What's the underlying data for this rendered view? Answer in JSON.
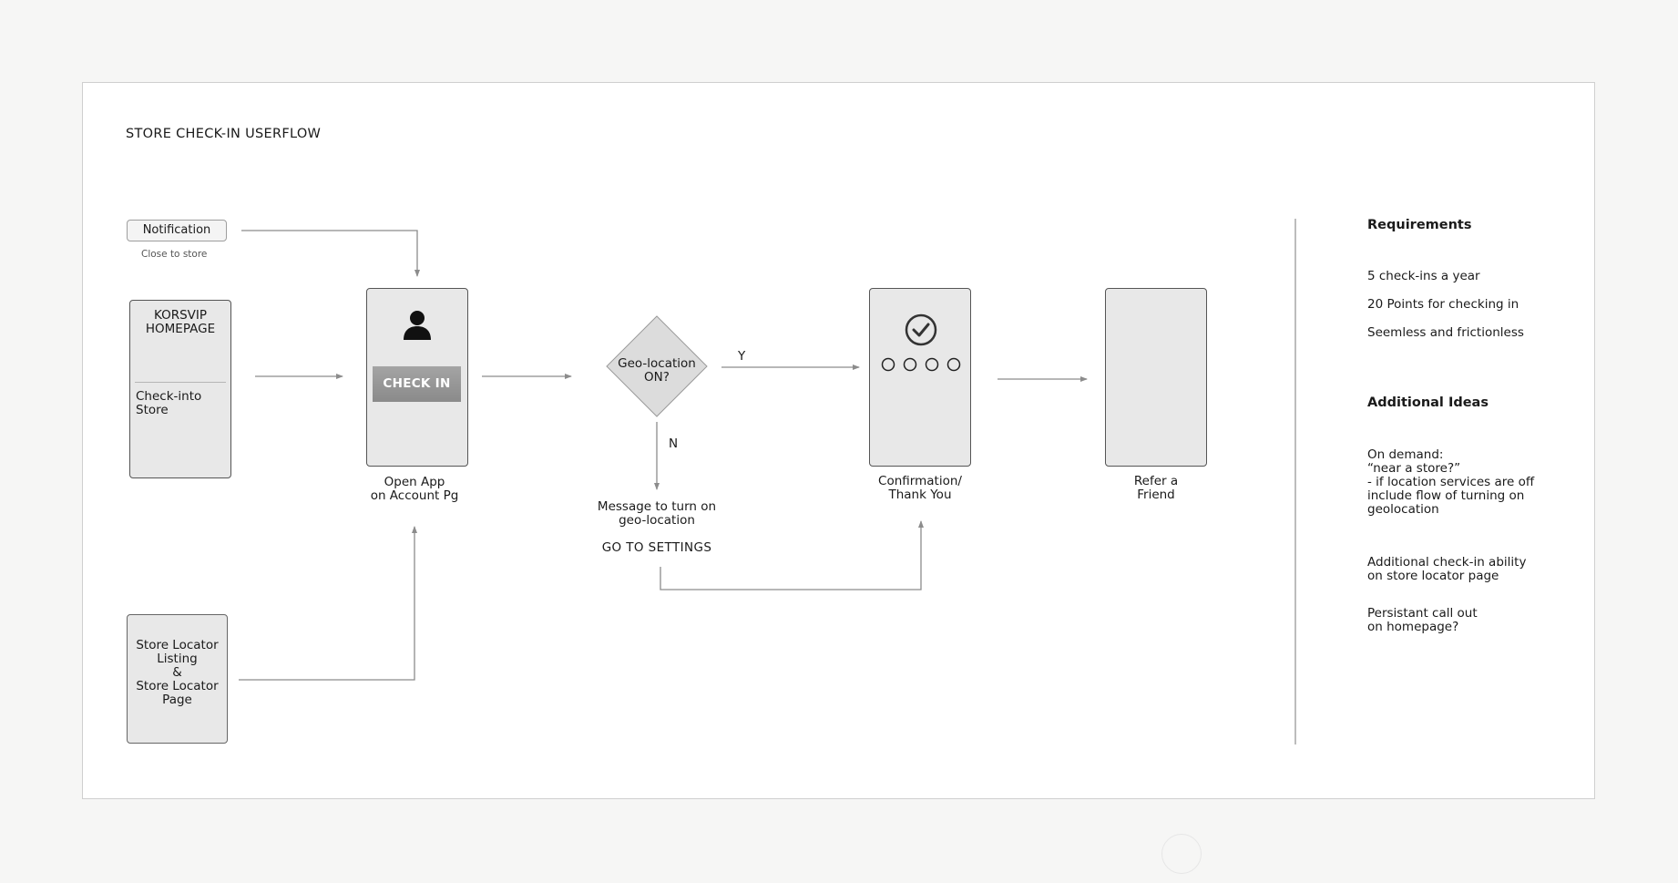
{
  "title": "STORE CHECK-IN USERFLOW",
  "notification": {
    "label": "Notification",
    "sub": "Close to store"
  },
  "homepage": {
    "title_line1": "KORSVIP",
    "title_line2": "HOMEPAGE",
    "action_line1": "Check-into",
    "action_line2": "Store"
  },
  "store_locator": {
    "line1": "Store Locator",
    "line2": "Listing",
    "line3": "&",
    "line4": "Store Locator",
    "line5": "Page"
  },
  "open_app": {
    "button": "CHECK IN",
    "caption_line1": "Open App",
    "caption_line2": "on Account Pg"
  },
  "decision": {
    "line1": "Geo-location",
    "line2": "ON?",
    "yes": "Y",
    "no": "N"
  },
  "message": {
    "line1": "Message to turn on",
    "line2": "geo-location",
    "settings": "GO TO SETTINGS"
  },
  "confirmation": {
    "caption_line1": "Confirmation/",
    "caption_line2": "Thank You"
  },
  "refer": {
    "caption_line1": "Refer a",
    "caption_line2": "Friend"
  },
  "requirements": {
    "heading": "Requirements",
    "items": [
      "5 check-ins a year",
      "20 Points for checking in",
      "Seemless and frictionless"
    ]
  },
  "ideas": {
    "heading": "Additional Ideas",
    "idea1": [
      "On demand:",
      "“near a store?”",
      "- if location services are off",
      "include flow of turning on",
      "geolocation"
    ],
    "idea2": [
      "Additional check-in ability",
      "on store locator page"
    ],
    "idea3": [
      "Persistant call out",
      "on homepage?"
    ]
  },
  "colors": {
    "background": "#f6f6f5",
    "card": "#ffffff",
    "screen": "#e8e8e8",
    "button": "#999999",
    "line": "#8c8c8c"
  },
  "icons": [
    "user-icon",
    "check-circle-icon",
    "arrow-icon"
  ]
}
